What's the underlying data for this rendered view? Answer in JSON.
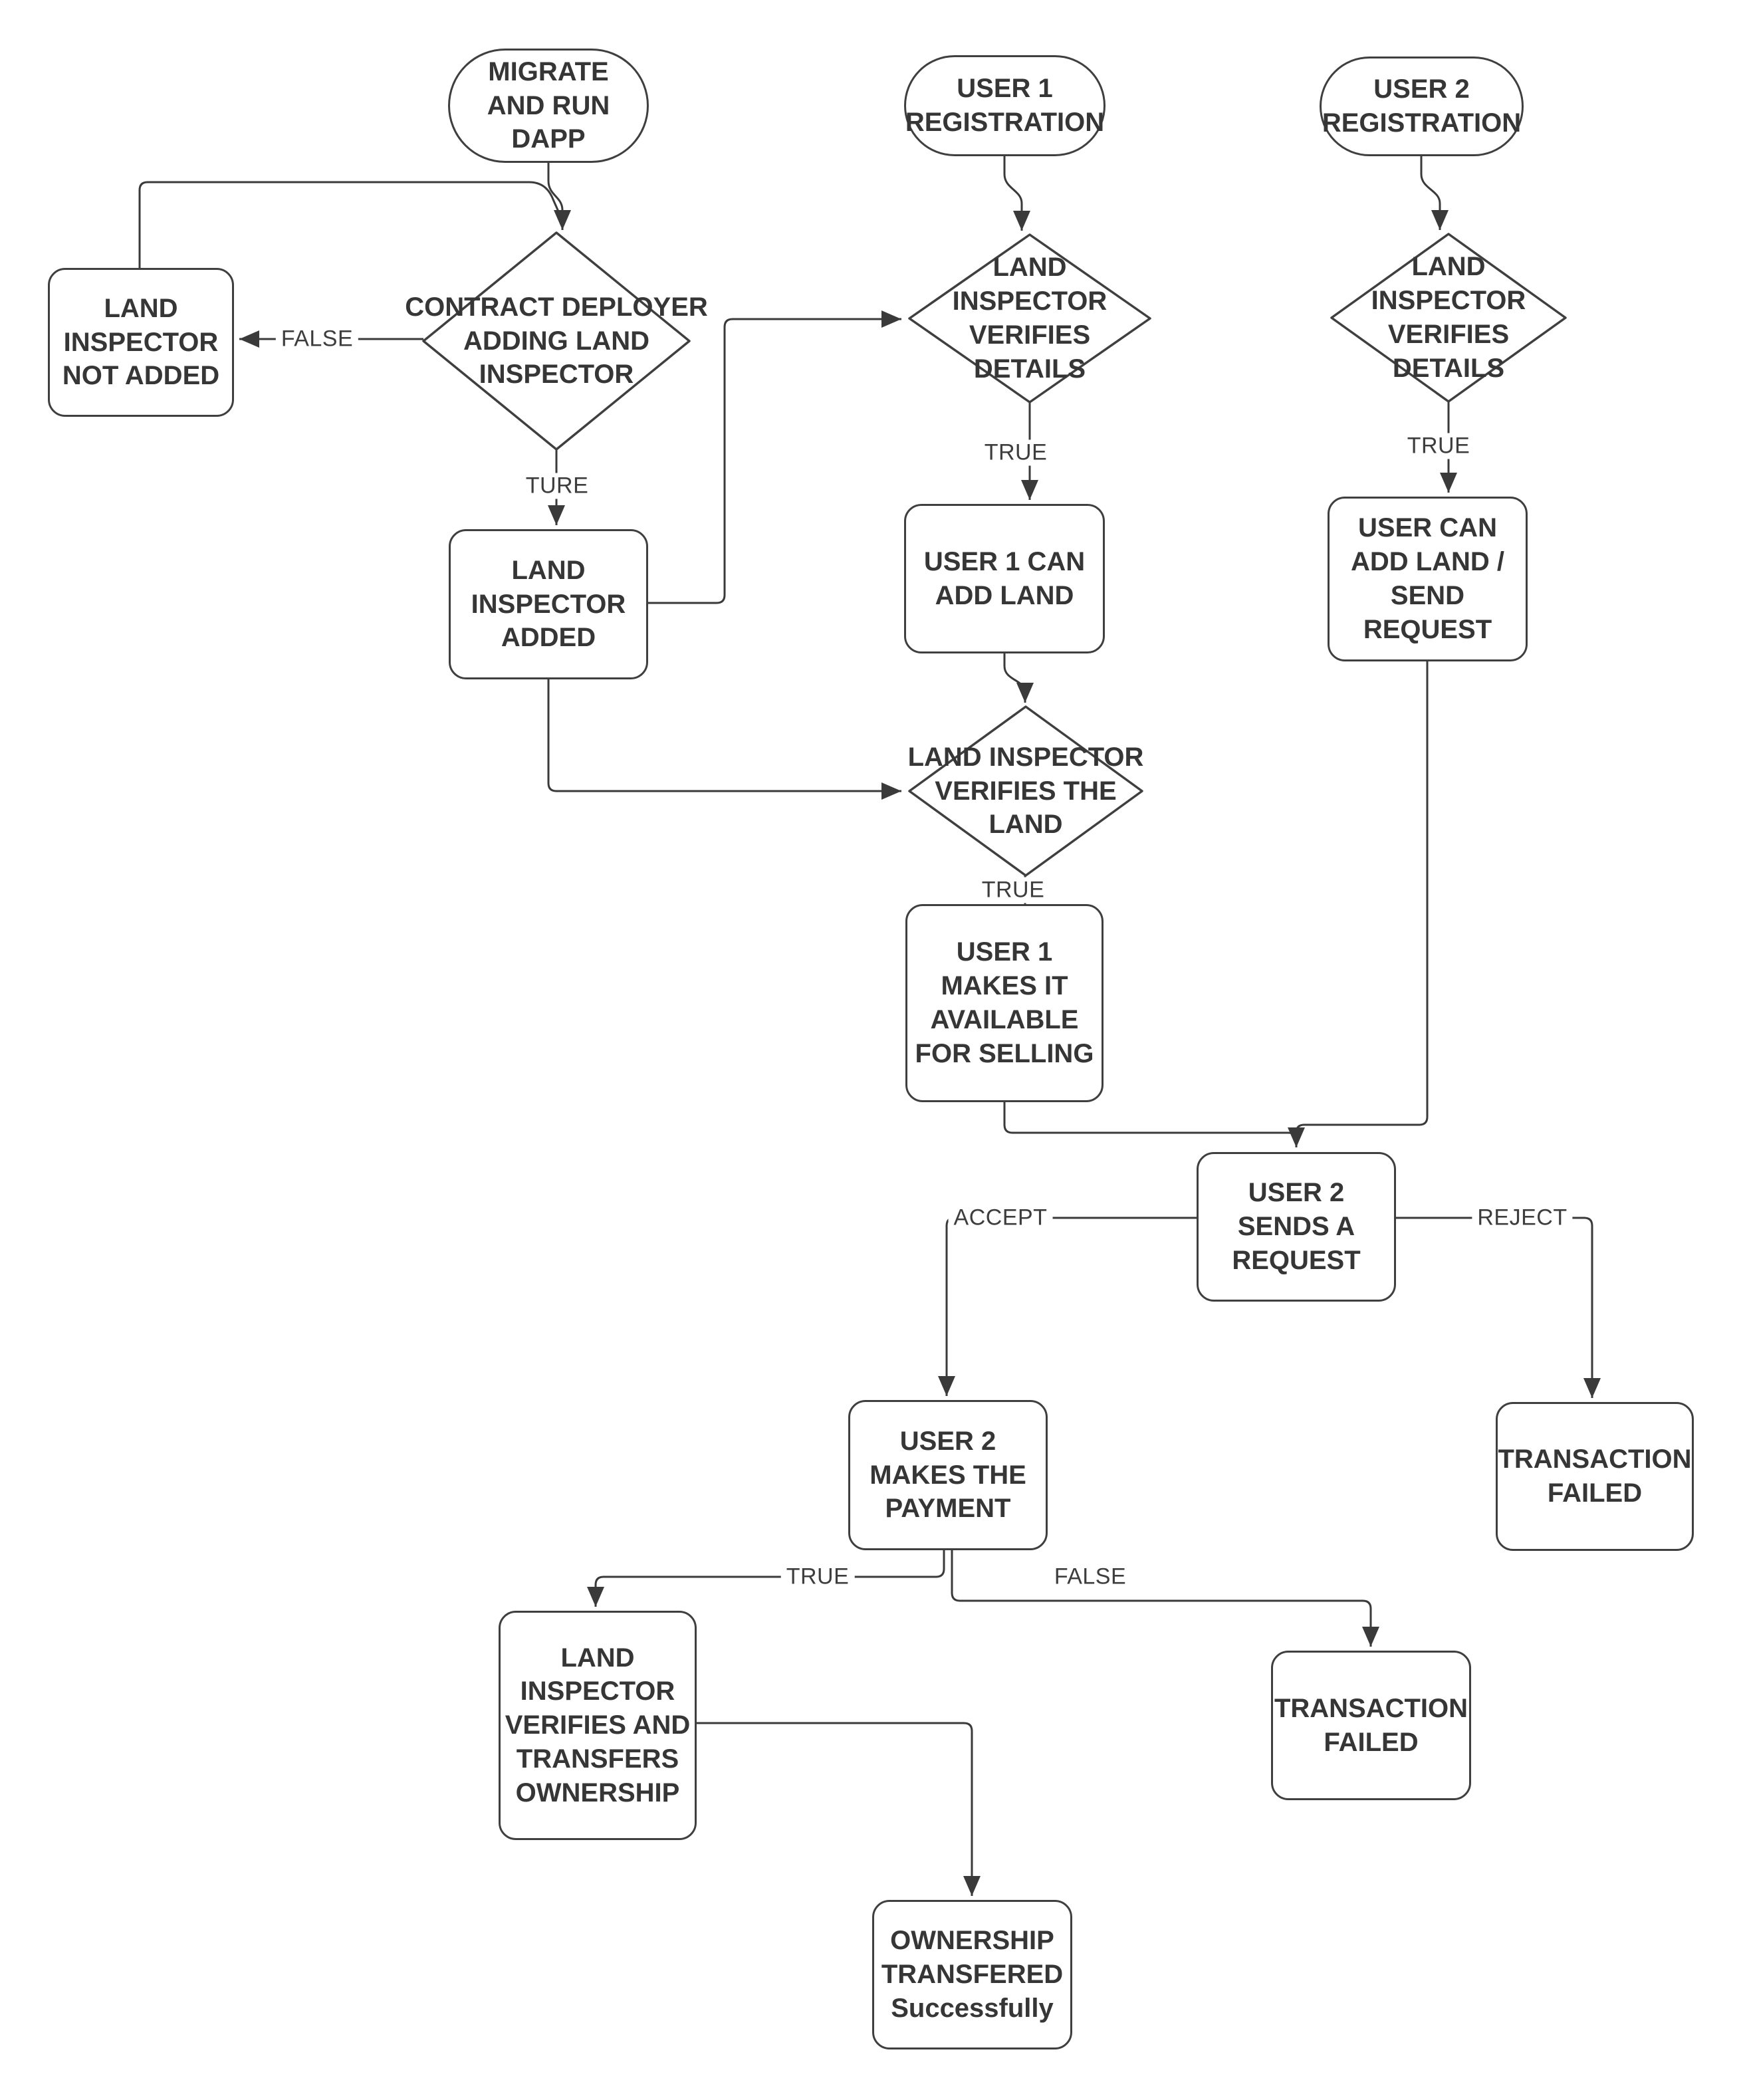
{
  "nodes": {
    "migrate_dapp": {
      "label": "MIGRATE AND RUN DAPP",
      "type": "terminator"
    },
    "user1_registration": {
      "label": "USER 1 REGISTRATION",
      "type": "terminator"
    },
    "user2_registration": {
      "label": "USER 2 REGISTRATION",
      "type": "terminator"
    },
    "contract_deployer": {
      "label": "CONTRACT DEPLOYER ADDING LAND INSPECTOR",
      "type": "decision"
    },
    "inspector_not_added": {
      "label": "LAND INSPECTOR NOT ADDED",
      "type": "process"
    },
    "inspector_added": {
      "label": "LAND INSPECTOR ADDED",
      "type": "process"
    },
    "verify_details_1": {
      "label": "LAND INSPECTOR VERIFIES DETAILS",
      "type": "decision"
    },
    "verify_details_2": {
      "label": "LAND INSPECTOR VERIFIES DETAILS",
      "type": "decision"
    },
    "user1_add_land": {
      "label": "USER 1 CAN ADD LAND",
      "type": "process"
    },
    "user_add_send": {
      "label": "USER CAN ADD LAND / SEND REQUEST",
      "type": "process"
    },
    "verify_land": {
      "label": "LAND INSPECTOR VERIFIES THE LAND",
      "type": "decision"
    },
    "user1_available": {
      "label": "USER 1 MAKES IT AVAILABLE FOR SELLING",
      "type": "process"
    },
    "user2_sends": {
      "label": "USER 2 SENDS A REQUEST",
      "type": "process"
    },
    "user2_payment": {
      "label": "USER 2 MAKES THE PAYMENT",
      "type": "process"
    },
    "txn_failed_reject": {
      "label": "TRANSACTION FAILED",
      "type": "process"
    },
    "txn_failed_false": {
      "label": "TRANSACTION FAILED",
      "type": "process"
    },
    "verify_transfer": {
      "label": "LAND INSPECTOR VERIFIES AND TRANSFERS OWNERSHIP",
      "type": "process"
    },
    "ownership_transferred": {
      "label": "OWNERSHIP TRANSFERED Successfully",
      "type": "process"
    }
  },
  "edge_labels": {
    "false_not_added": "FALSE",
    "ture": "TURE",
    "true_verify1": "TRUE",
    "true_verify2": "TRUE",
    "true_verify_land": "TRUE",
    "accept": "ACCEPT",
    "reject": "REJECT",
    "true_payment": "TRUE",
    "false_payment": "FALSE"
  },
  "edges": [
    {
      "from": "migrate_dapp",
      "to": "contract_deployer",
      "label": ""
    },
    {
      "from": "inspector_not_added",
      "to": "contract_deployer",
      "label": ""
    },
    {
      "from": "contract_deployer",
      "to": "inspector_not_added",
      "label": "FALSE"
    },
    {
      "from": "contract_deployer",
      "to": "inspector_added",
      "label": "TURE"
    },
    {
      "from": "user1_registration",
      "to": "verify_details_1",
      "label": ""
    },
    {
      "from": "inspector_added",
      "to": "verify_details_1",
      "label": ""
    },
    {
      "from": "verify_details_1",
      "to": "user1_add_land",
      "label": "TRUE"
    },
    {
      "from": "user2_registration",
      "to": "verify_details_2",
      "label": ""
    },
    {
      "from": "verify_details_2",
      "to": "user_add_send",
      "label": "TRUE"
    },
    {
      "from": "user1_add_land",
      "to": "verify_land",
      "label": ""
    },
    {
      "from": "inspector_added",
      "to": "verify_land",
      "label": ""
    },
    {
      "from": "verify_land",
      "to": "user1_available",
      "label": "TRUE"
    },
    {
      "from": "user1_available",
      "to": "user2_sends",
      "label": ""
    },
    {
      "from": "user_add_send",
      "to": "user2_sends",
      "label": ""
    },
    {
      "from": "user2_sends",
      "to": "user2_payment",
      "label": "ACCEPT"
    },
    {
      "from": "user2_sends",
      "to": "txn_failed_reject",
      "label": "REJECT"
    },
    {
      "from": "user2_payment",
      "to": "verify_transfer",
      "label": "TRUE"
    },
    {
      "from": "user2_payment",
      "to": "txn_failed_false",
      "label": "FALSE"
    },
    {
      "from": "verify_transfer",
      "to": "ownership_transferred",
      "label": ""
    }
  ],
  "colors": {
    "line": "#3a3a3a",
    "text": "#363636",
    "node_fill": "#ffffff",
    "background": "#ffffff"
  }
}
